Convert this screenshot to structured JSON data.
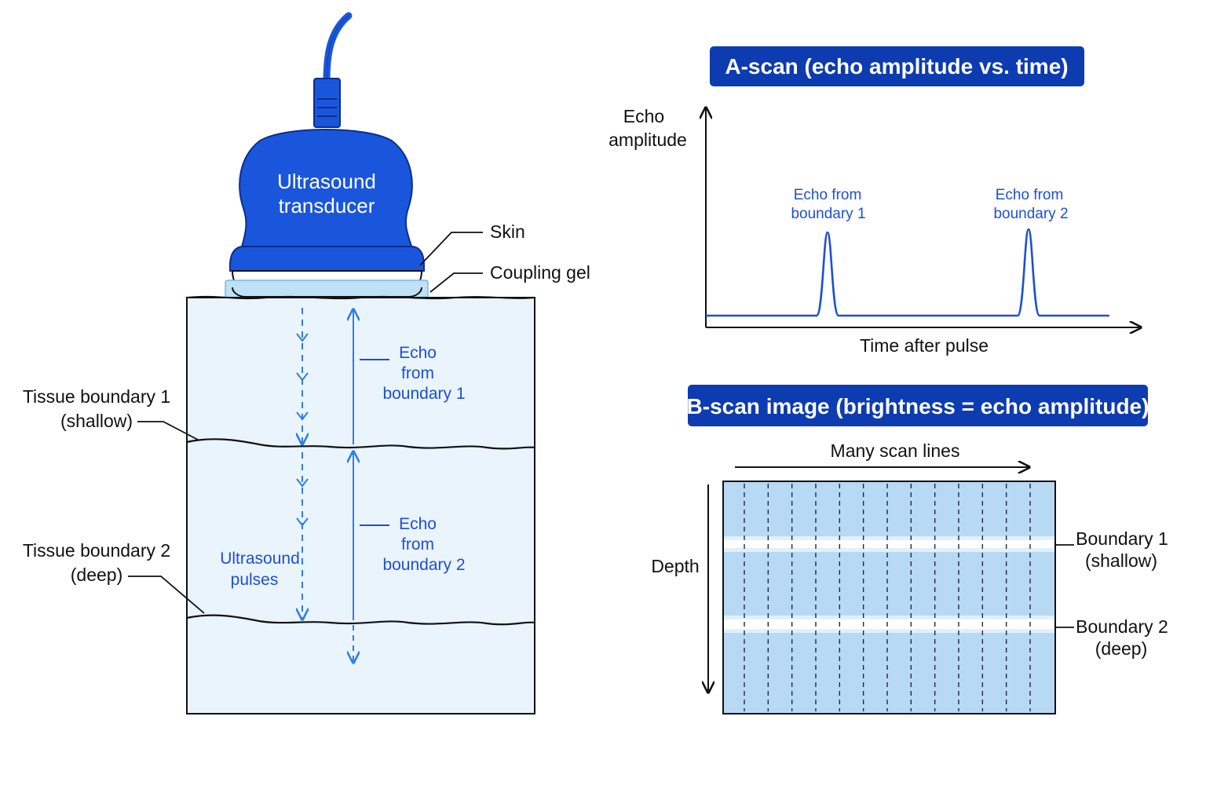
{
  "colors": {
    "brand_blue": "#1a56db",
    "dark_blue": "#0d3bb0",
    "arrow_blue": "#2f7de9",
    "tissue_fill": "#eaf4fd",
    "gel": "#bfe0f7",
    "bscan_fill": "#b8d9f3",
    "ink": "#111111"
  },
  "transducer": {
    "label_line1": "Ultrasound",
    "label_line2": "transducer"
  },
  "layers": {
    "skin_label": "Skin",
    "gel_label": "Coupling gel"
  },
  "tissue": {
    "boundary1_line1": "Tissue boundary 1",
    "boundary1_line2": "(shallow)",
    "boundary2_line1": "Tissue boundary 2",
    "boundary2_line2": "(deep)",
    "pulses_line1": "Ultrasound",
    "pulses_line2": "pulses",
    "echo1": [
      "Echo",
      "from",
      "boundary 1"
    ],
    "echo2": [
      "Echo",
      "from",
      "boundary 2"
    ]
  },
  "ascan": {
    "title": "A-scan (echo amplitude vs. time)",
    "ylabel_line1": "Echo",
    "ylabel_line2": "amplitude",
    "xlabel": "Time after pulse",
    "peak1_line1": "Echo from",
    "peak1_line2": "boundary 1",
    "peak2_line1": "Echo from",
    "peak2_line2": "boundary 2"
  },
  "bscan": {
    "title": "B-scan image (brightness = echo amplitude)",
    "scan_label": "Many scan lines",
    "depth_label": "Depth",
    "b1_line1": "Boundary 1",
    "b1_line2": "(shallow)",
    "b2_line1": "Boundary 2",
    "b2_line2": "(deep)",
    "scan_line_count": 13
  }
}
